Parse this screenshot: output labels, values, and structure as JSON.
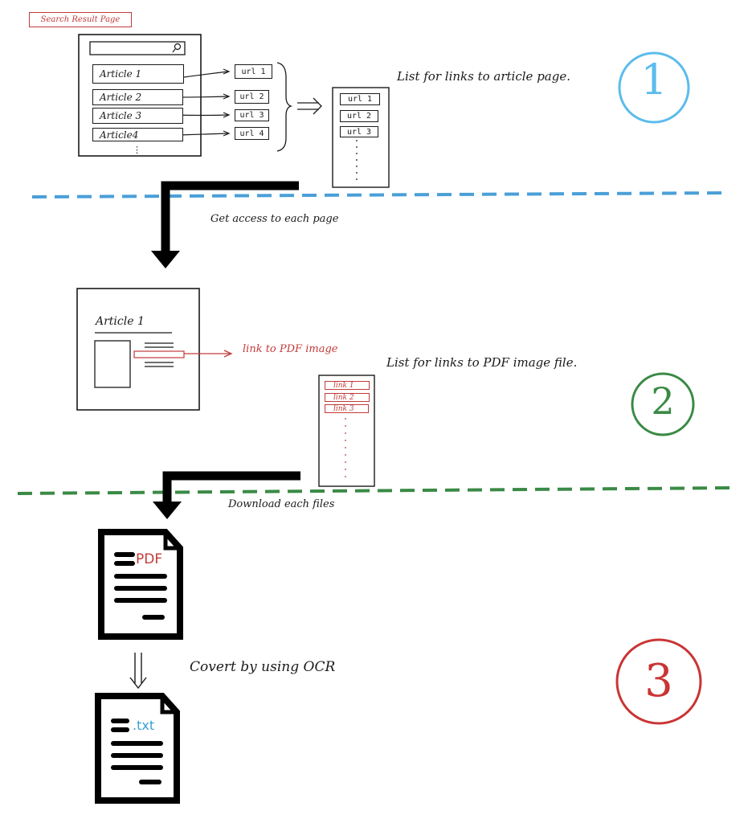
{
  "stage1": {
    "page_title": "Search Result Page",
    "articles": [
      "Article 1",
      "Article 2",
      "Article 3",
      "Article4"
    ],
    "urls": [
      "url 1",
      "url 2",
      "url 3",
      "url 4"
    ],
    "list_urls": [
      "url 1",
      "url 2",
      "url 3"
    ],
    "list_caption": "List for links to article page.",
    "step_number": "1",
    "arrow_label": "Get access to each page",
    "divider_color": "#4a9fd8",
    "circle_color": "#5bbcec"
  },
  "stage2": {
    "article_title": "Article 1",
    "link_label": "link to PDF image",
    "list_links": [
      "link 1",
      "link 2",
      "link 3"
    ],
    "list_caption": "List for links to PDF image file.",
    "step_number": "2",
    "arrow_label": "Download each files",
    "divider_color": "#3a8a45",
    "circle_color": "#3a8a45"
  },
  "stage3": {
    "pdf_tag": "PDF",
    "txt_tag": ".txt",
    "convert_label": "Covert by using OCR",
    "step_number": "3",
    "circle_color": "#c93535"
  }
}
